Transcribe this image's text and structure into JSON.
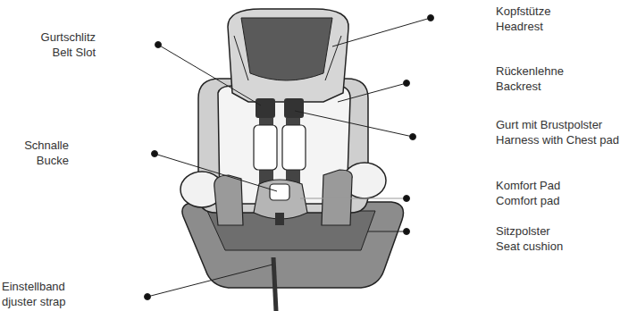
{
  "diagram": {
    "labels": [
      "Kopfstütze",
      "Headrest",
      "Gurtschlitz",
      "Belt Slot",
      "Rückenlehne",
      "Backrest",
      "Gurt mit Brustpolster",
      "Harness with Chest pad",
      "Schnalle",
      "Bucke",
      "Komfort Pad",
      "Comfort pad",
      "Sitzpolster",
      "Seat cushion",
      "Einstellband",
      "djuster strap"
    ]
  }
}
